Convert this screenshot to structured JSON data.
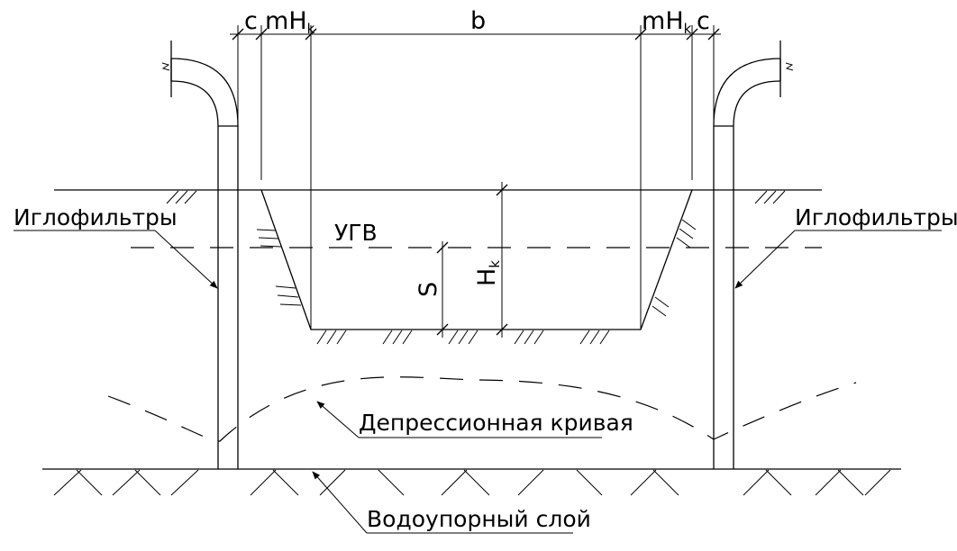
{
  "labels": {
    "wellpoints": "Иглофильтры",
    "groundwater_level": "УГВ",
    "depression_curve": "Депрессионная кривая",
    "aquiclude": "Водоупорный слой"
  },
  "dimensions": {
    "c": "c",
    "m": "m",
    "H": "H",
    "k": "k",
    "b": "b",
    "S": "S"
  }
}
